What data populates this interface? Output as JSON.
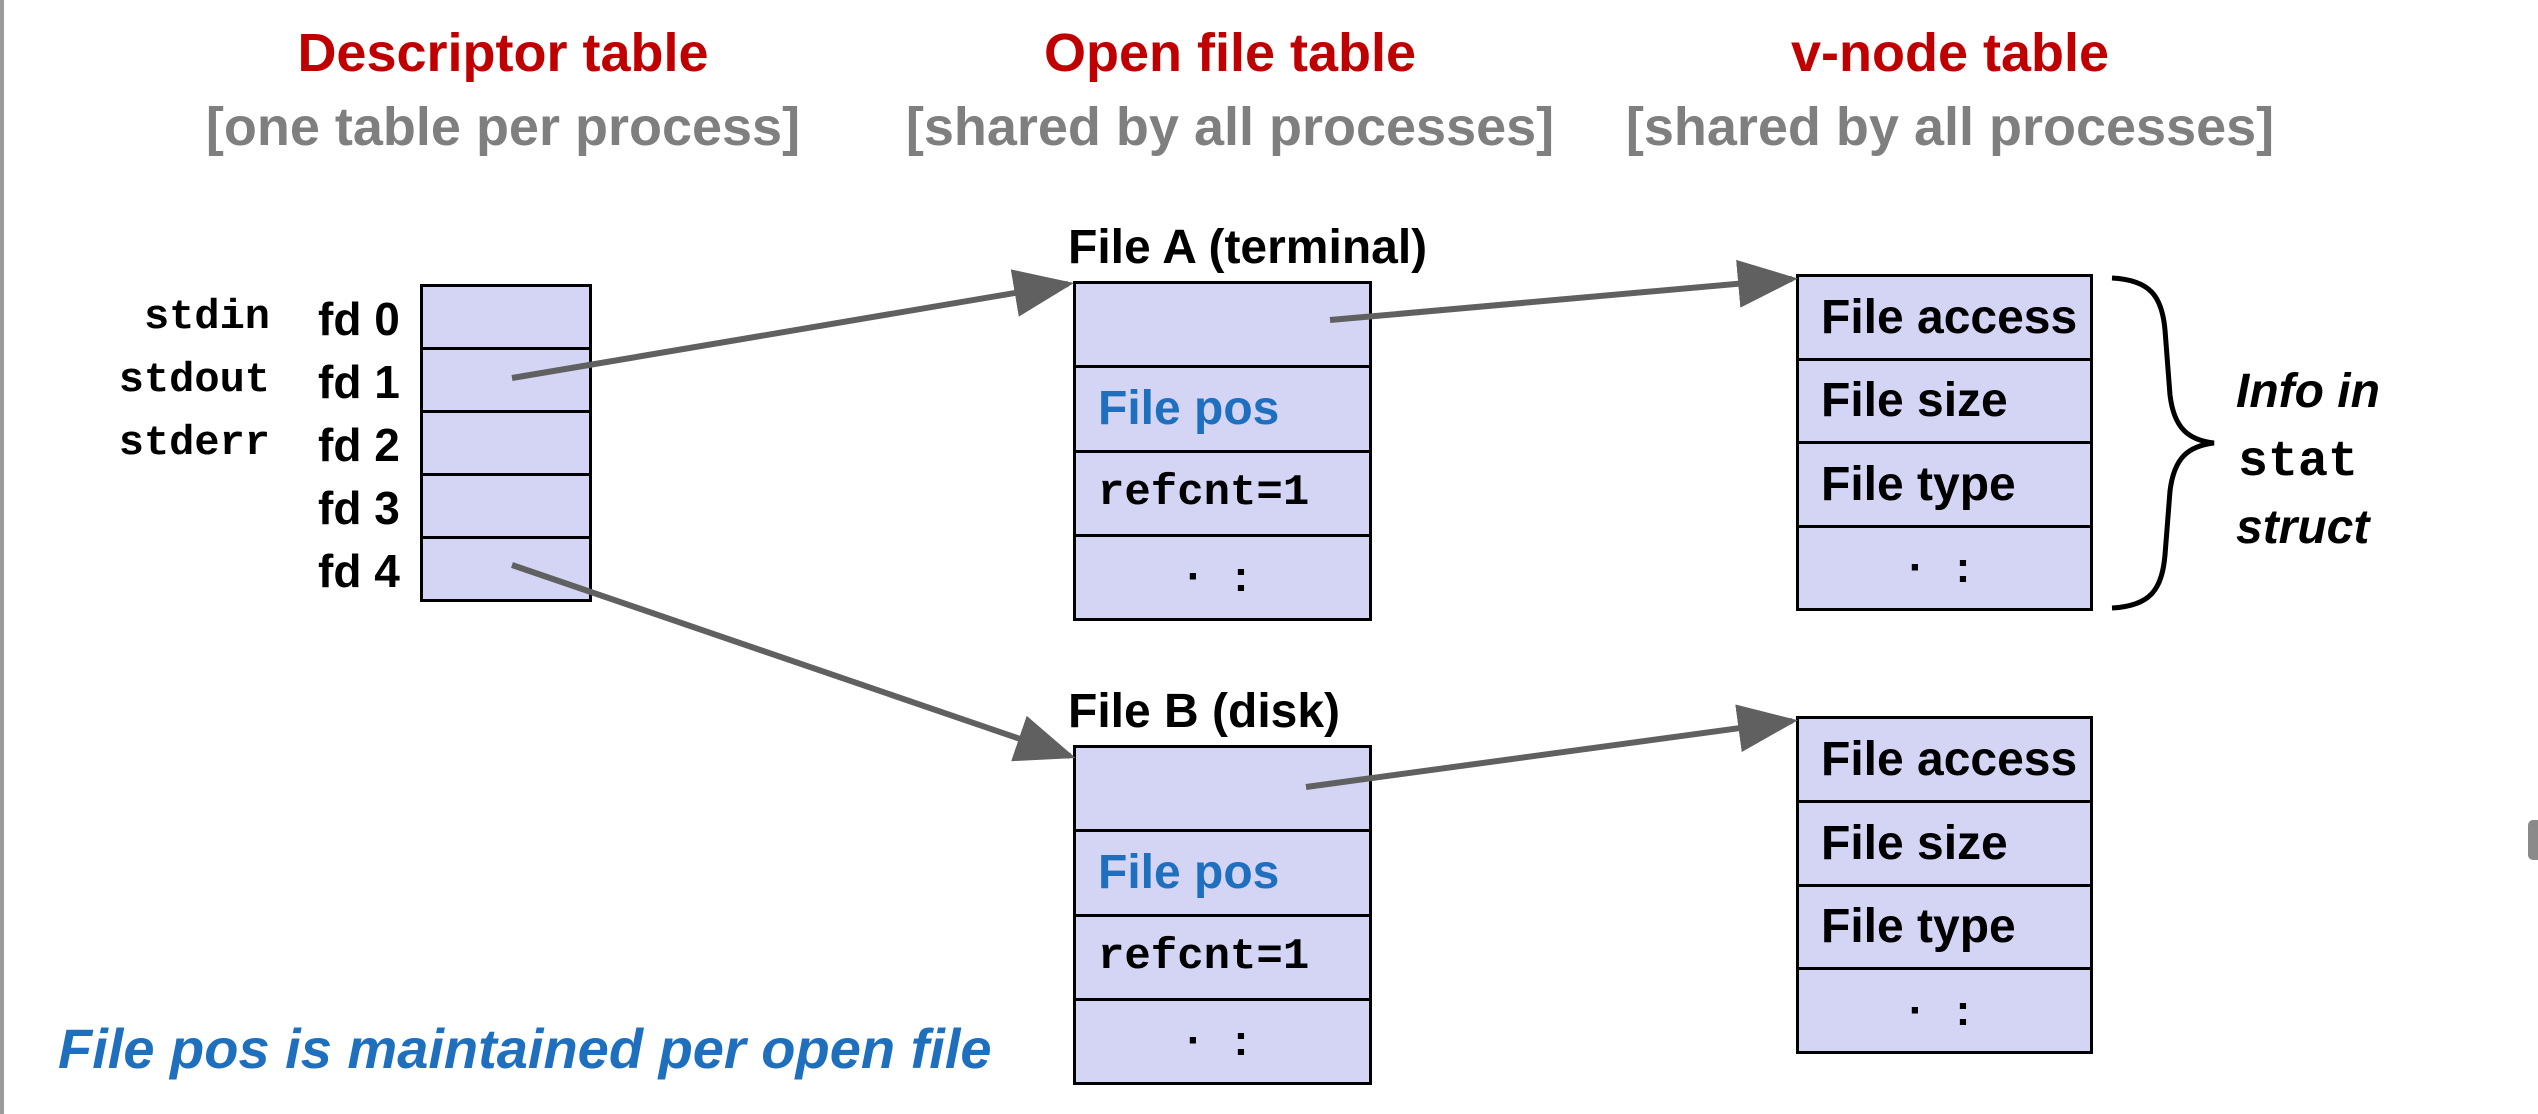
{
  "headers": [
    {
      "title": "Descriptor table",
      "subtitle": "[one table per process]"
    },
    {
      "title": "Open file table",
      "subtitle": "[shared by all processes]"
    },
    {
      "title": "v-node table",
      "subtitle": "[shared by all processes]"
    }
  ],
  "descriptor_table": {
    "std_labels": [
      "stdin",
      "stdout",
      "stderr"
    ],
    "fd_labels": [
      "fd 0",
      "fd 1",
      "fd 2",
      "fd 3",
      "fd 4"
    ]
  },
  "open_files": [
    {
      "title": "File A (terminal)",
      "pos_label": "File pos",
      "refcnt": "refcnt=1",
      "more": "· :"
    },
    {
      "title": "File B (disk)",
      "pos_label": "File pos",
      "refcnt": "refcnt=1",
      "more": "· :"
    }
  ],
  "vnodes": [
    {
      "access": "File access",
      "size": "File size",
      "type": "File type",
      "more": "· :"
    },
    {
      "access": "File access",
      "size": "File size",
      "type": "File type",
      "more": "· :"
    }
  ],
  "stat_note": {
    "line1": "Info in",
    "line2": "stat",
    "line3": "struct"
  },
  "caption": "File pos is maintained per open file",
  "colors": {
    "title_red": "#c00000",
    "subtitle_gray": "#7f7f7f",
    "accent_blue": "#1f6fbf",
    "cell_fill": "#d4d4f4",
    "arrow_gray": "#606060"
  }
}
